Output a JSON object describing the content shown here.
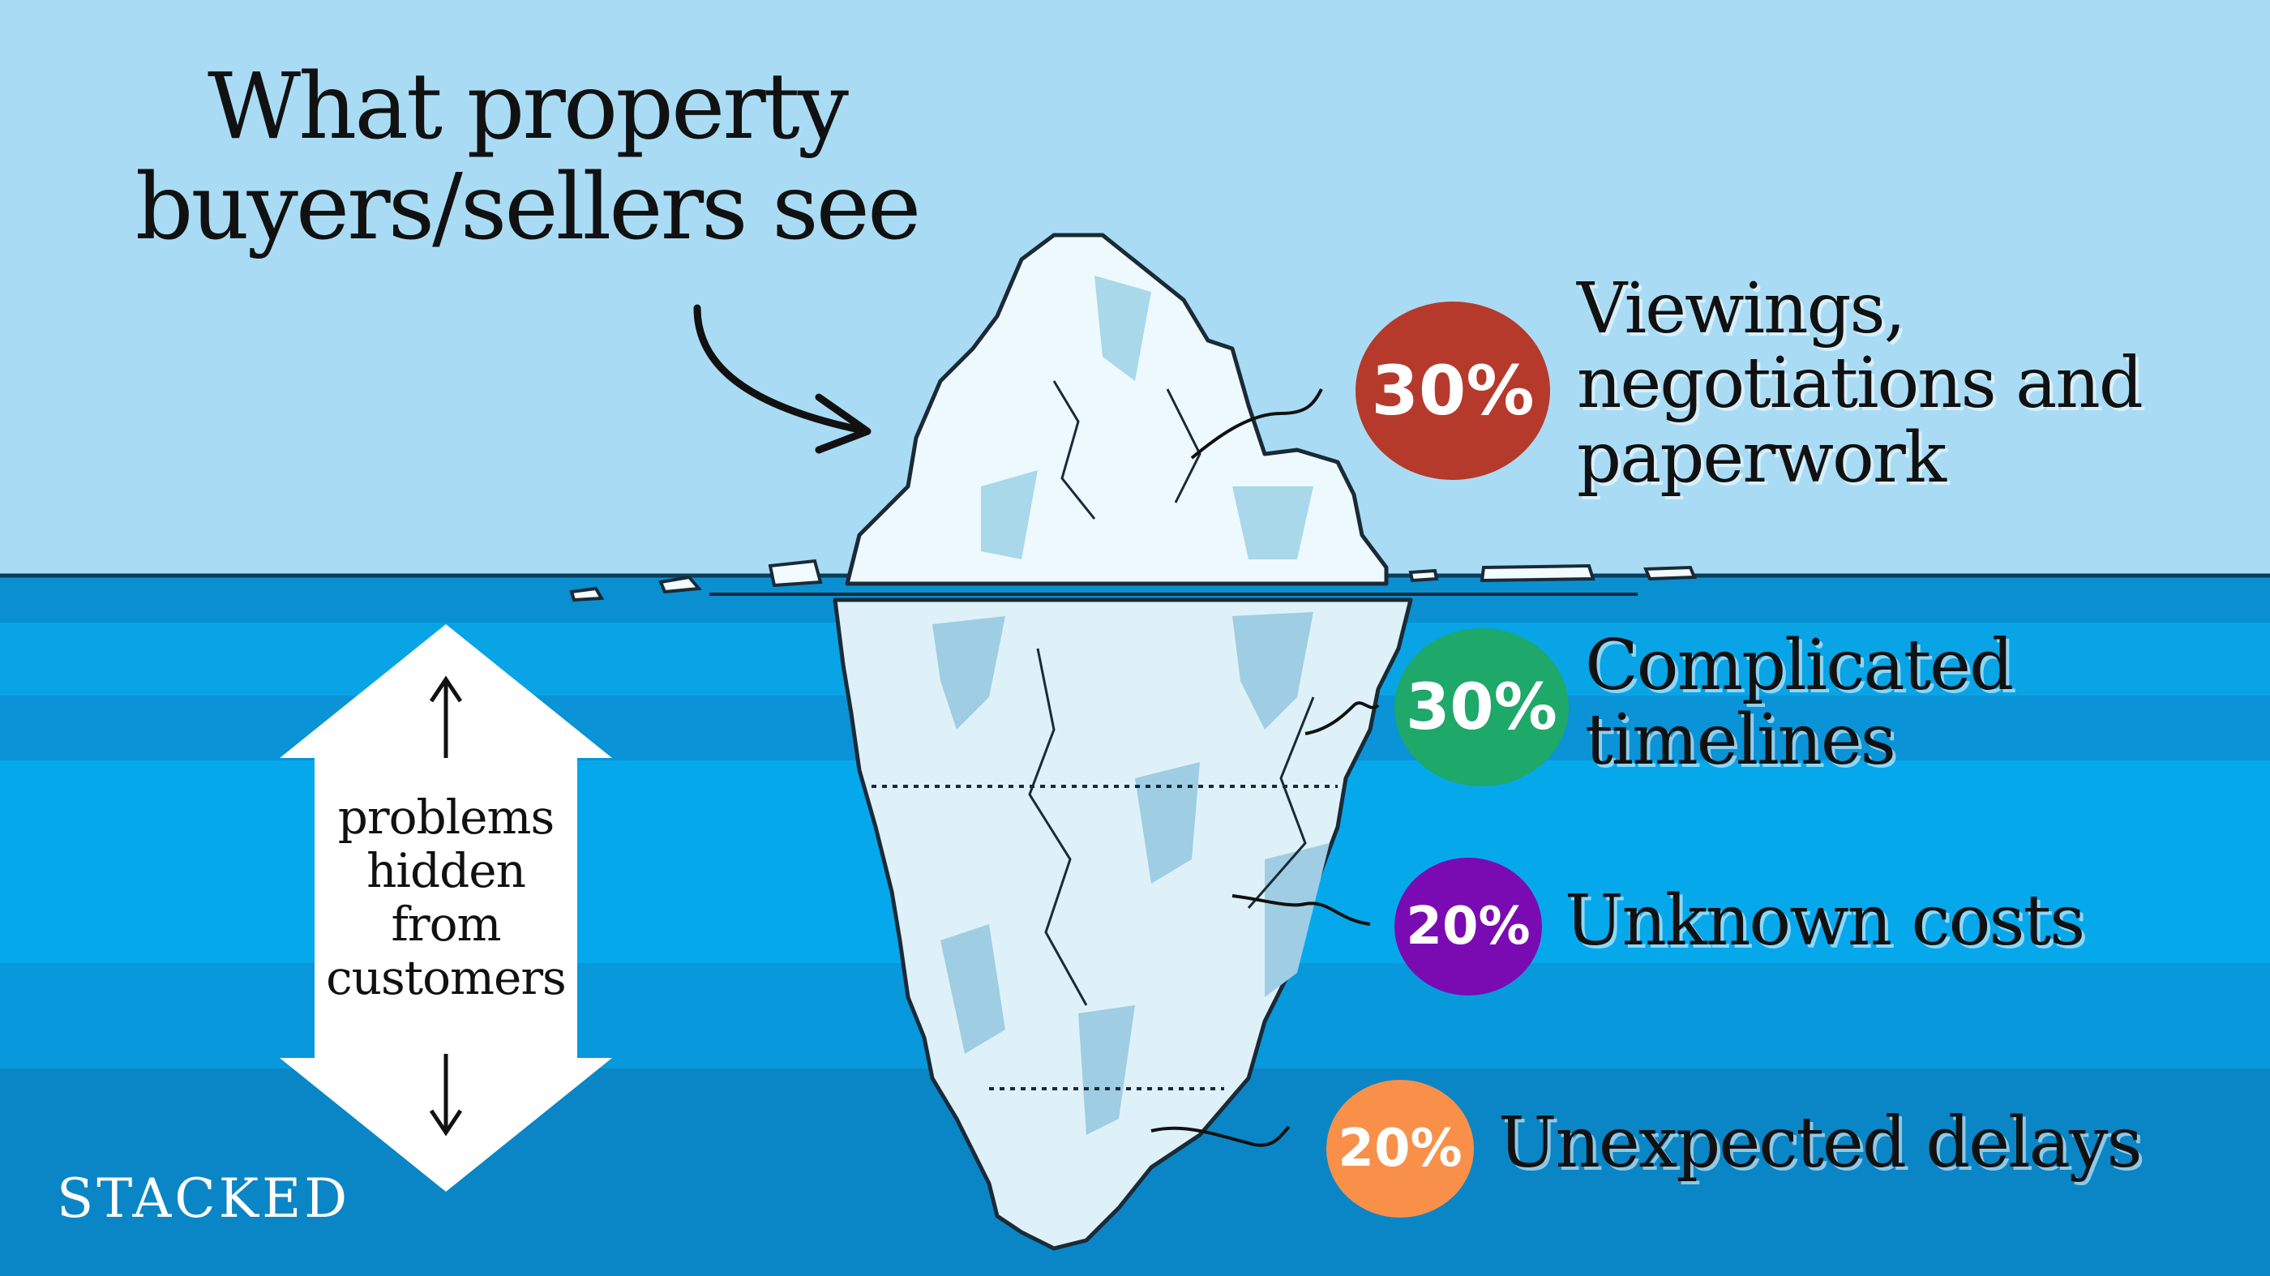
{
  "title": {
    "line1": "What property",
    "line2": "buyers/sellers see"
  },
  "hidden_arrow": {
    "line1": "problems",
    "line2": "hidden",
    "line3": "from",
    "line4": "customers"
  },
  "items": [
    {
      "percent": "30%",
      "label_line1": "Viewings,",
      "label_line2": "negotiations and",
      "label_line3": "paperwork",
      "color": "#b63a2b"
    },
    {
      "percent": "30%",
      "label_line1": "Complicated",
      "label_line2": "timelines",
      "color": "#1ea86a"
    },
    {
      "percent": "20%",
      "label_line1": "Unknown costs",
      "color": "#7a0bb3"
    },
    {
      "percent": "20%",
      "label_line1": "Unexpected delays",
      "color": "#f8904a"
    }
  ],
  "brand": "STACKED",
  "colors": {
    "sky": "#a8ddf5",
    "sea_band_1": "#0a8fd0",
    "sea_band_2": "#0ea5e8",
    "sea_deep": "#0b84c8",
    "ice_light": "#e8f6fb",
    "ice_shadow": "#a8d8ea"
  }
}
